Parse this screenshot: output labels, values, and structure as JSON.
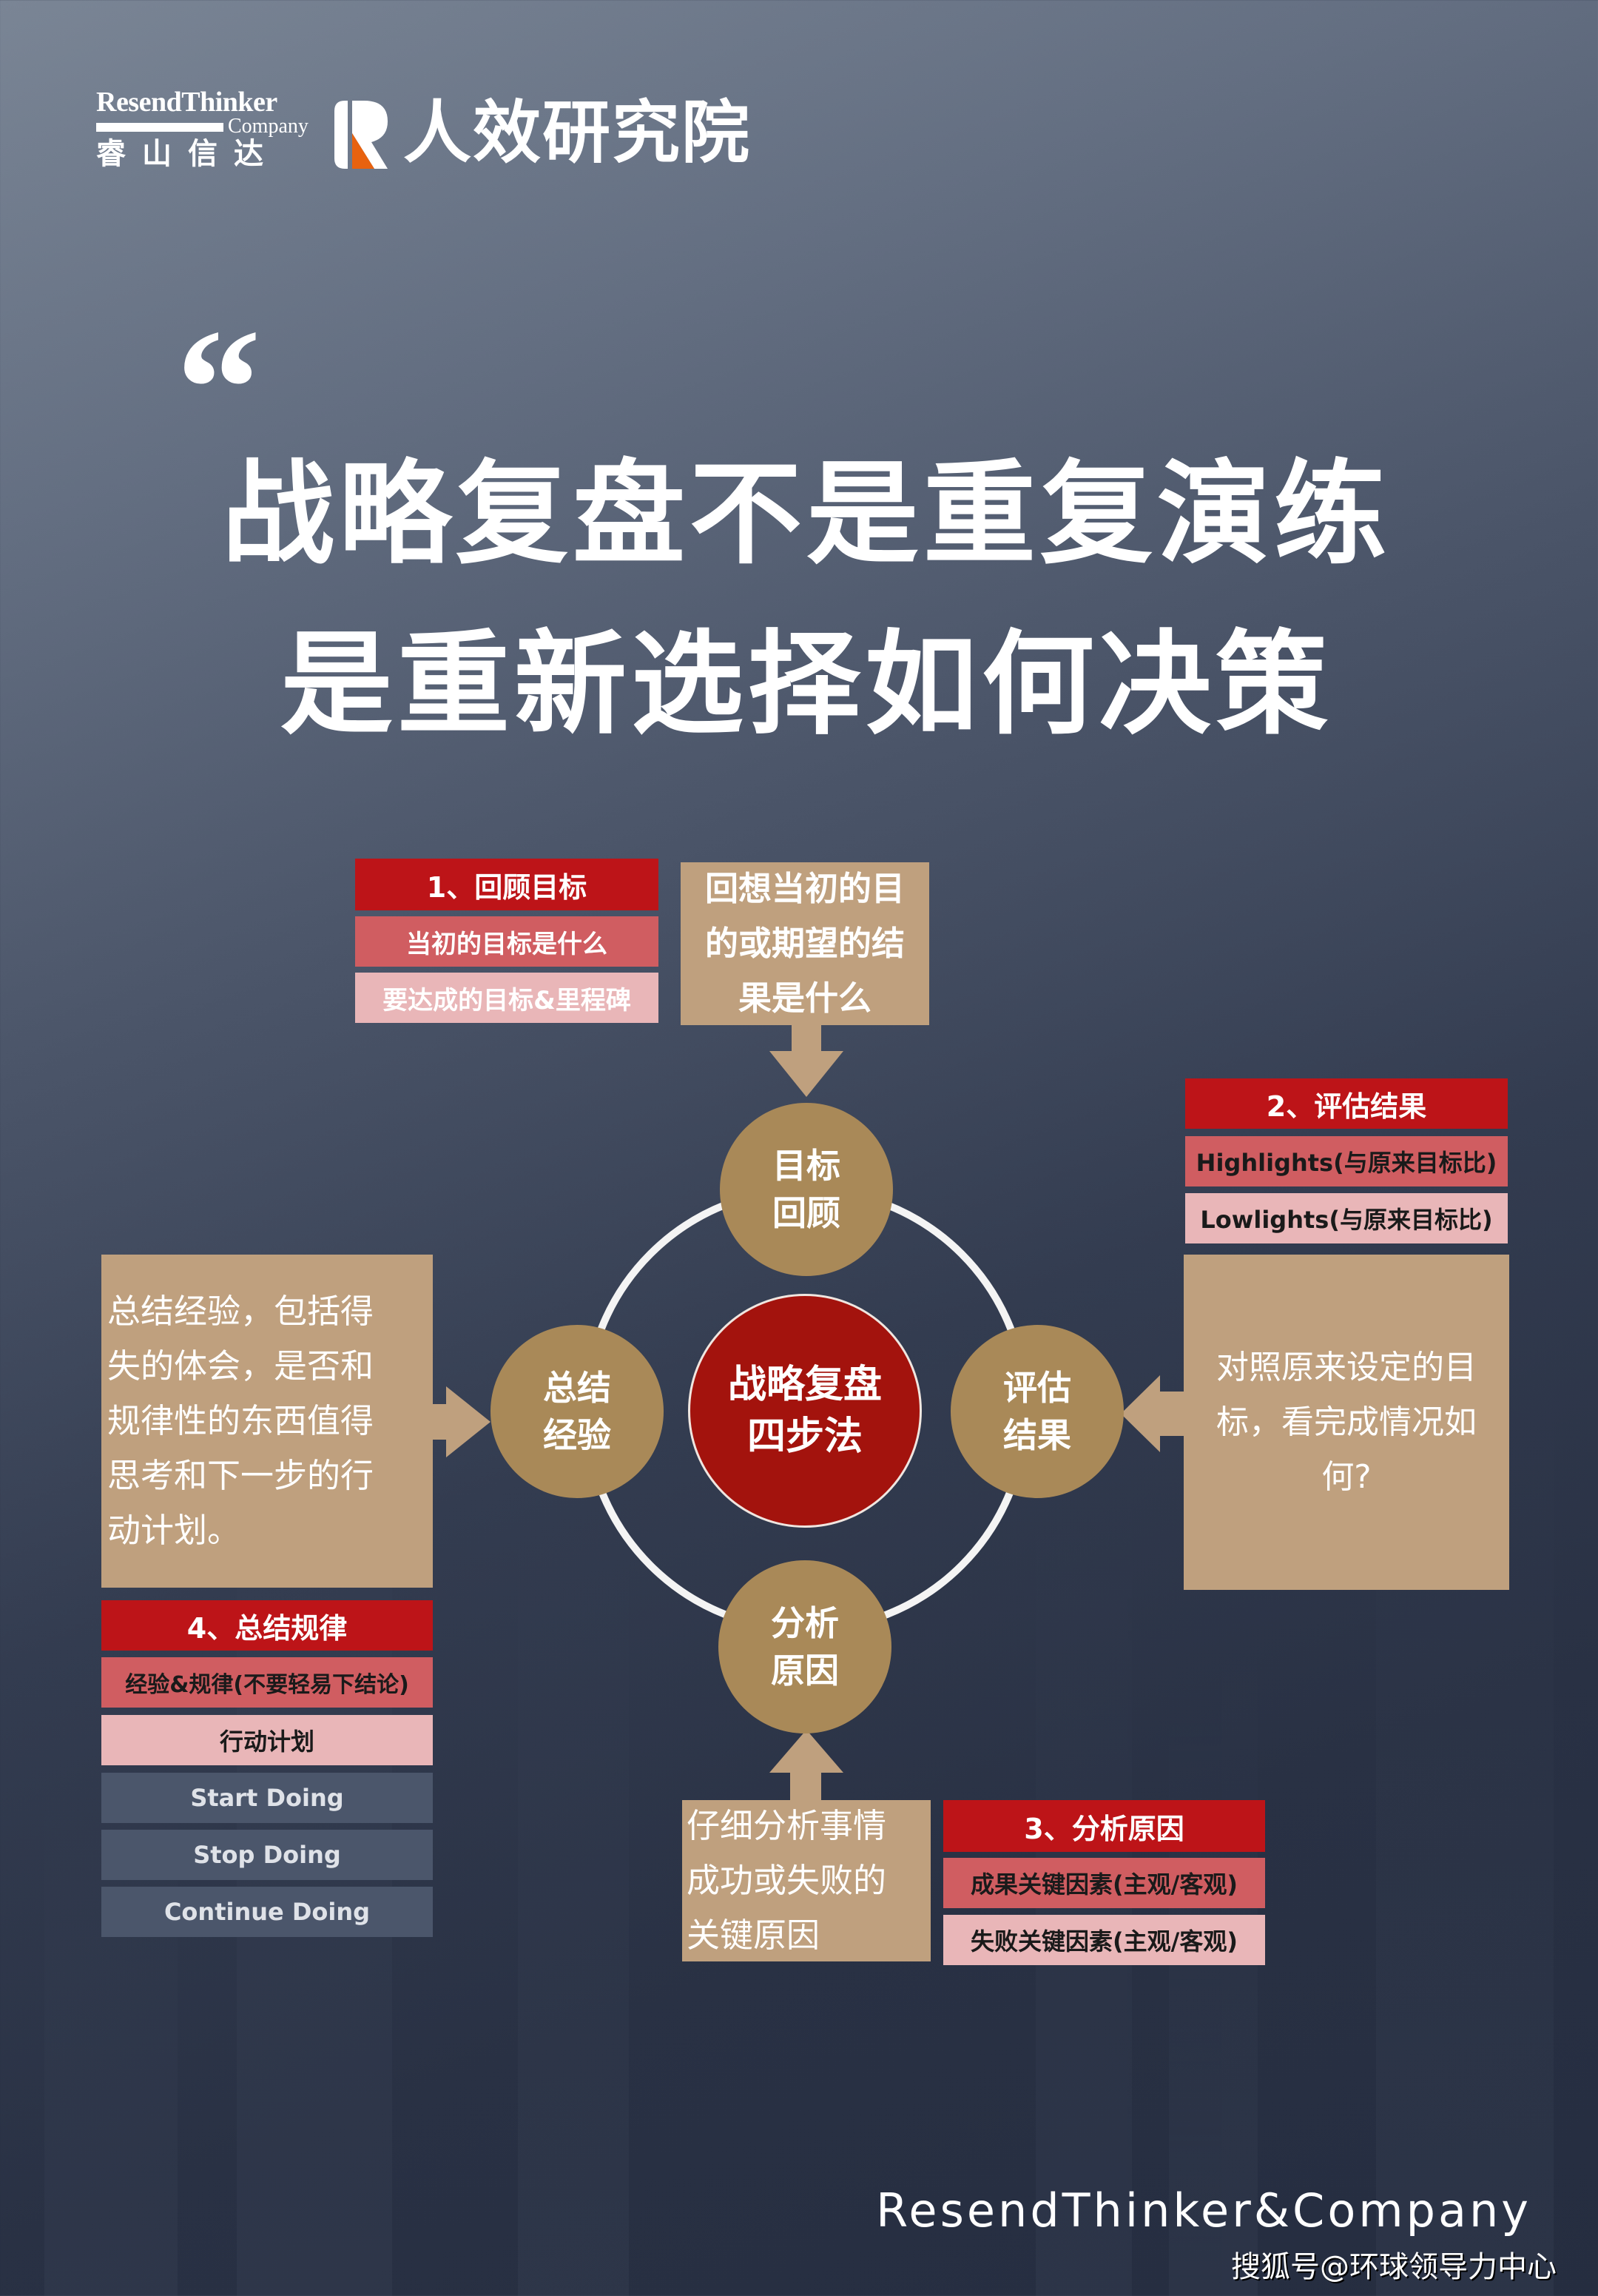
{
  "logo": {
    "brand_en_line1": "ResendThinker",
    "brand_en_line2": "Company",
    "brand_cn": "睿山信达",
    "institute": "人效研究院",
    "accent": "#e8620f"
  },
  "headline": {
    "quote_mark": "“",
    "line1": "战略复盘不是重复演练",
    "line2": "是重新选择如何决策"
  },
  "diagram": {
    "center": {
      "line1": "战略复盘",
      "line2": "四步法",
      "color": "#a3130d"
    },
    "nodes": {
      "top": {
        "line1": "目标",
        "line2": "回顾"
      },
      "right": {
        "line1": "评估",
        "line2": "结果"
      },
      "bottom": {
        "line1": "分析",
        "line2": "原因"
      },
      "left": {
        "line1": "总结",
        "line2": "经验"
      }
    },
    "step1": {
      "title": "1、回顾目标",
      "items": [
        "当初的目标是什么",
        "要达成的目标&里程碑"
      ],
      "note_lines": [
        "回想当初的目",
        "的或期望的结",
        "果是什么"
      ]
    },
    "step2": {
      "title": "2、评估结果",
      "items": [
        "Highlights(与原来目标比)",
        "Lowlights(与原来目标比)"
      ],
      "note_lines": [
        "对照原来设定的目",
        "标，看完成情况如",
        "何?"
      ]
    },
    "step3": {
      "title": "3、分析原因",
      "items": [
        "成果关键因素(主观/客观)",
        "失败关键因素(主观/客观)"
      ],
      "note_lines": [
        "仔细分析事情",
        "成功或失败的",
        "关键原因"
      ]
    },
    "step4": {
      "title": "4、总结规律",
      "items": [
        "经验&规律(不要轻易下结论)",
        "行动计划"
      ],
      "actions": [
        "Start Doing",
        "Stop Doing",
        "Continue Doing"
      ],
      "note_lines": [
        "总结经验，包括得",
        "失的体会，是否和",
        "规律性的东西值得",
        "思考和下一步的行",
        "动计划。"
      ]
    },
    "colors": {
      "title_red": "#bd1418",
      "item_red": "#d05d61",
      "item_pink": "#e9b6b8",
      "note_tan": "#bfa07e",
      "node_gold": "#a98958",
      "action_slate": "#4b566b"
    }
  },
  "footer": {
    "company": "ResendThinker&Company",
    "source": "搜狐号@环球领导力中心"
  }
}
